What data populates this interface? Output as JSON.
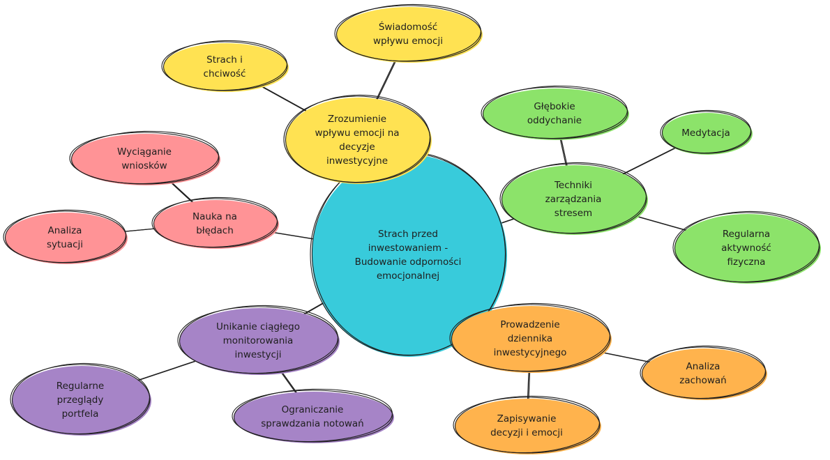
{
  "title": "Strach przed inwestowaniem - Budowanie odporności emocjonalnej",
  "colors": {
    "center": "#38cbdb",
    "yellow": "#ffe252",
    "green": "#8ce36a",
    "pink": "#ff9396",
    "purple": "#a684c7",
    "orange": "#ffb34d",
    "stroke": "#1e1e1e"
  },
  "nodes": [
    {
      "id": "center",
      "color": "center",
      "lines": [
        "Strach przed",
        "inwestowaniem -",
        "Budowanie odporności",
        "emocjonalnej"
      ]
    },
    {
      "id": "zrozumienie",
      "color": "yellow",
      "lines": [
        "Zrozumienie",
        "wpływu emocji na",
        "decyzje",
        "inwestycyjne"
      ]
    },
    {
      "id": "swiadomosc",
      "color": "yellow",
      "lines": [
        "Świadomość",
        "wpływu emocji"
      ]
    },
    {
      "id": "strach-chciwosc",
      "color": "yellow",
      "lines": [
        "Strach i",
        "chciwość"
      ]
    },
    {
      "id": "techniki",
      "color": "green",
      "lines": [
        "Techniki",
        "zarządzania",
        "stresem"
      ]
    },
    {
      "id": "glebokie",
      "color": "green",
      "lines": [
        "Głębokie",
        "oddychanie"
      ]
    },
    {
      "id": "medytacja",
      "color": "green",
      "lines": [
        "Medytacja"
      ]
    },
    {
      "id": "aktywnosc",
      "color": "green",
      "lines": [
        "Regularna",
        "aktywność",
        "fizyczna"
      ]
    },
    {
      "id": "nauka",
      "color": "pink",
      "lines": [
        "Nauka na",
        "błędach"
      ]
    },
    {
      "id": "wnioski",
      "color": "pink",
      "lines": [
        "Wyciąganie",
        "wniosków"
      ]
    },
    {
      "id": "analiza-sytuacji",
      "color": "pink",
      "lines": [
        "Analiza",
        "sytuacji"
      ]
    },
    {
      "id": "unikanie",
      "color": "purple",
      "lines": [
        "Unikanie ciągłego",
        "monitorowania",
        "inwestycji"
      ]
    },
    {
      "id": "przeglady",
      "color": "purple",
      "lines": [
        "Regularne",
        "przeglądy",
        "portfela"
      ]
    },
    {
      "id": "ograniczanie",
      "color": "purple",
      "lines": [
        "Ograniczanie",
        "sprawdzania notowań"
      ]
    },
    {
      "id": "dziennik",
      "color": "orange",
      "lines": [
        "Prowadzenie",
        "dziennika",
        "inwestycyjnego"
      ]
    },
    {
      "id": "analiza-zachowan",
      "color": "orange",
      "lines": [
        "Analiza",
        "zachowań"
      ]
    },
    {
      "id": "zapisywanie",
      "color": "orange",
      "lines": [
        "Zapisywanie",
        "decyzji i emocji"
      ]
    }
  ],
  "edges": [
    [
      "center",
      "zrozumienie"
    ],
    [
      "zrozumienie",
      "swiadomosc"
    ],
    [
      "zrozumienie",
      "strach-chciwosc"
    ],
    [
      "center",
      "techniki"
    ],
    [
      "techniki",
      "glebokie"
    ],
    [
      "techniki",
      "medytacja"
    ],
    [
      "techniki",
      "aktywnosc"
    ],
    [
      "center",
      "nauka"
    ],
    [
      "nauka",
      "wnioski"
    ],
    [
      "nauka",
      "analiza-sytuacji"
    ],
    [
      "center",
      "unikanie"
    ],
    [
      "unikanie",
      "przeglady"
    ],
    [
      "unikanie",
      "ograniczanie"
    ],
    [
      "center",
      "dziennik"
    ],
    [
      "dziennik",
      "analiza-zachowan"
    ],
    [
      "dziennik",
      "zapisywanie"
    ]
  ]
}
